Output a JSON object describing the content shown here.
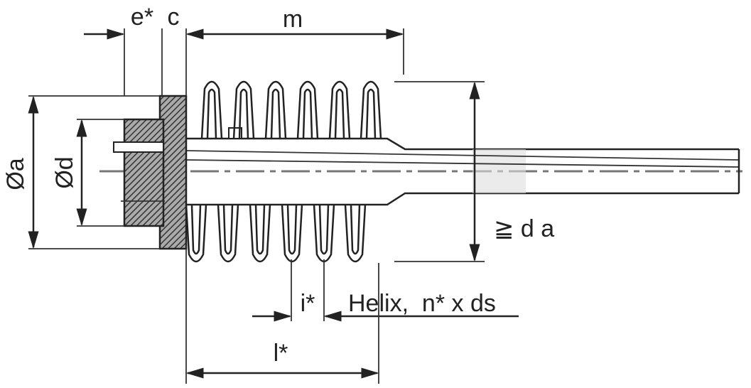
{
  "labels": {
    "e": "e*",
    "c": "c",
    "m": "m",
    "diam_a": "Øa",
    "diam_d": "Ød",
    "da": "≧ d a",
    "i": "i*",
    "helix": "Helix,  n* x ds",
    "l": "l*"
  },
  "colors": {
    "line": "#222222",
    "hatch": "#555555",
    "center_line": "#777777"
  }
}
